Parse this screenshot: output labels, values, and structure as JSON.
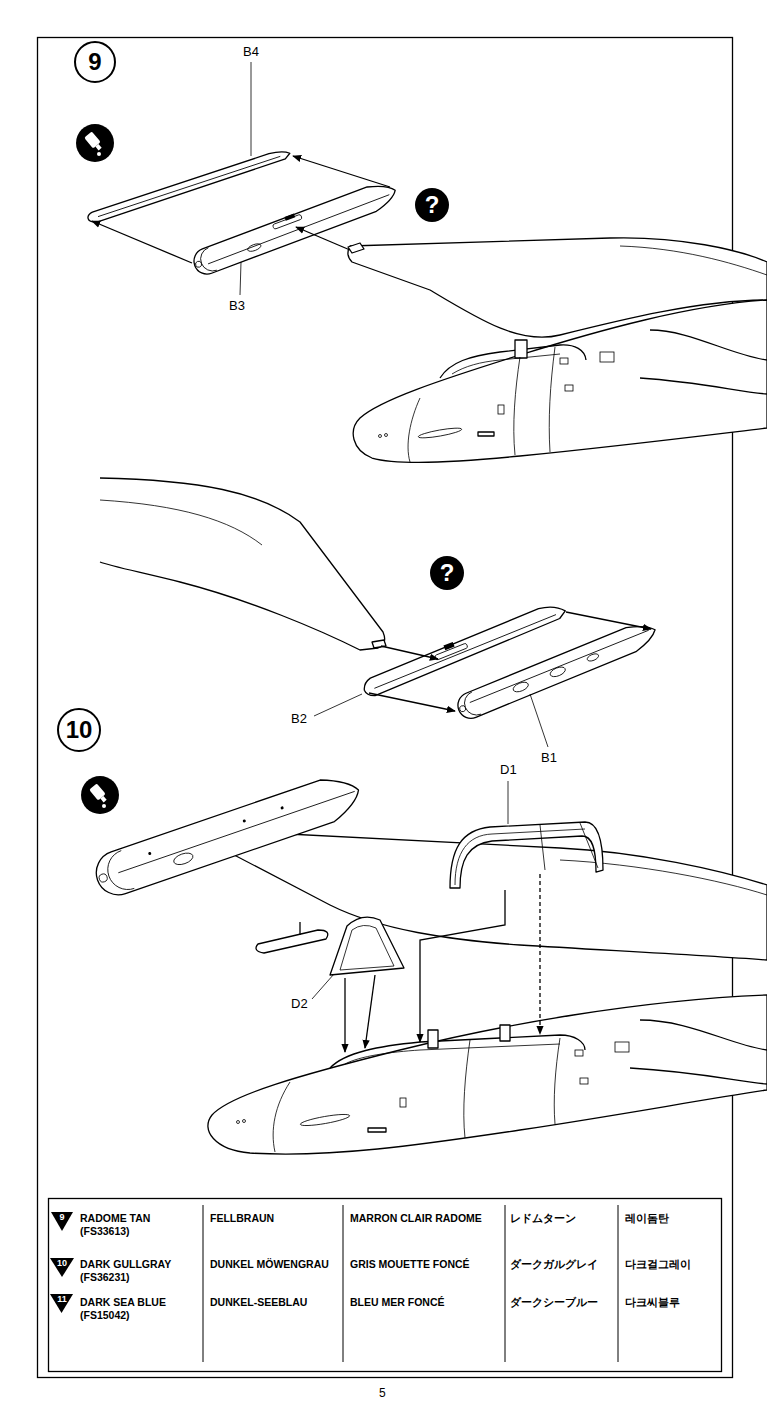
{
  "diagram": {
    "nodes": [
      {
        "text": [
          "9"
        ]
      },
      {
        "text": [
          "?"
        ]
      },
      {
        "text": [
          "?"
        ]
      },
      {
        "text": [
          "10"
        ]
      },
      {
        "text": [
          "9"
        ]
      },
      {
        "text": [
          "10"
        ]
      },
      {
        "text": [
          "11"
        ]
      }
    ],
    "labels": [
      "B4",
      "B3",
      "B2",
      "B1",
      "D1",
      "D2",
      "RADOME TAN (FS33613)",
      "FELLBRAUN",
      "MARRON CLAIR RADOME",
      "レドムターン",
      "레이돔탄",
      "DARK GULLGRAY (FS36231)",
      "DUNKEL MÖWENGRAU",
      "GRIS MOUETTE FONCÉ",
      "ダークガルグレイ",
      "다크걸그레이",
      "DARK SEA BLUE (FS15042)",
      "DUNKEL-SEEBLAU",
      "BLEU MER FONCÉ",
      "ダークシーブルー",
      "다크씨블루",
      "5"
    ]
  }
}
